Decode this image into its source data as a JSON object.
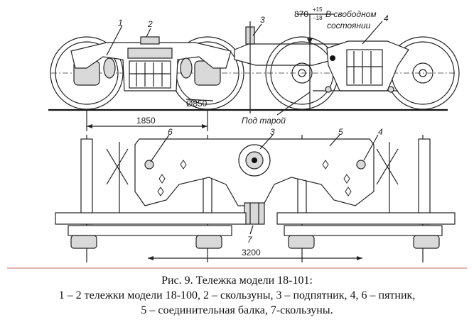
{
  "diagram": {
    "callouts": {
      "n1": "1",
      "n2": "2",
      "n3_top": "3",
      "n4_top": "4",
      "n3_bottom": "3",
      "n4_bottom": "4",
      "n5": "5",
      "n6": "6",
      "n7": "7"
    },
    "dimensions": {
      "height_value": "870",
      "height_tol_plus": "+15",
      "height_tol_minus": "−18",
      "free_state_line1": "В свободном",
      "free_state_line2": "состоянии",
      "wheel_diameter": "Ø850",
      "under_tare": "Под тарой",
      "wheelbase": "1850",
      "bogie_base": "3200"
    }
  },
  "caption": {
    "line1": "Рис. 9. Тележка модели 18-101:",
    "line2": "1 – 2 тележки модели 18-100, 2 – скользуны, 3 – подпятник, 4, 6 – пятник,",
    "line3": "5 – соединительная балка, 7-скользуны."
  }
}
